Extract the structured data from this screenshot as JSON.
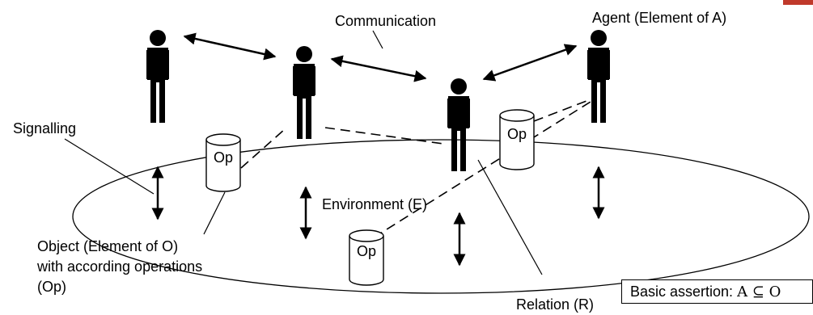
{
  "labels": {
    "communication": "Communication",
    "agent": "Agent (Element of A)",
    "signalling": "Signalling",
    "environment": "Environment (E)",
    "object_line1": "Object (Element of O)",
    "object_line2": "with according operations",
    "object_line3": "(Op)",
    "relation": "Relation (R)"
  },
  "object_label": "Op",
  "assertion": {
    "text": "Basic assertion:",
    "math": "A ⊆ O"
  },
  "colors": {
    "ink": "#000000",
    "corner_tab": "#c0392b"
  }
}
